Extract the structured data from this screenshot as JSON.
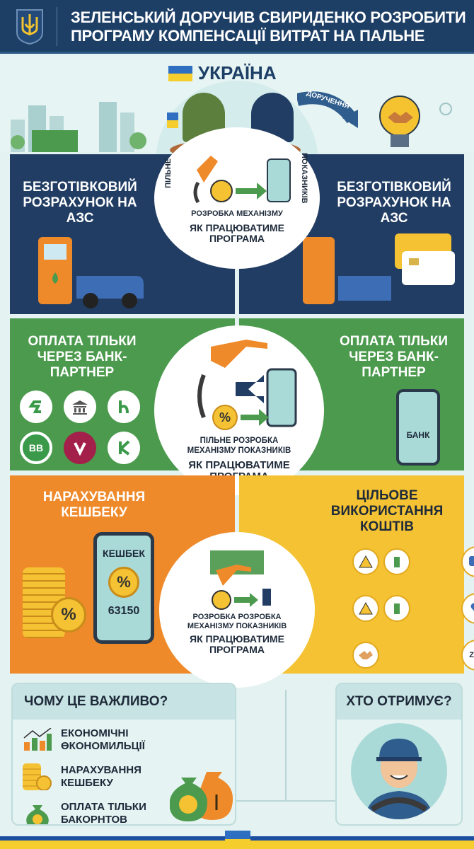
{
  "header": {
    "title": "ЗЕЛЕНСЬКИЙ ДОРУЧИВ СВИРИДЕНКО РОЗРОБИТИ ПРОГРАМУ КОМПЕНСАЦІЇ ВИТРАТ НА ПАЛЬНЕ",
    "logo": "trident-icon"
  },
  "scene": {
    "country": "УКРАЇНА",
    "arrow_label": "ДОРУЧЕННЯ"
  },
  "row1": {
    "left": "БЕЗГОТІВКОВИЙ РОЗРАХУНОК НА АЗС",
    "right": "БЕЗГОТІВКОВИЙ РОЗРАХУНОК НА АЗС",
    "circle": {
      "arc_left": "ПІЛЬНЕ",
      "arc_bottom": "РОЗРОБКА МЕХАНІЗМУ",
      "arc_right": "ПОКАЗНИКІВ",
      "caption": "ЯК ПРАЦЮВАТИМЕ ПРОГРАМА"
    }
  },
  "row2": {
    "left": "ОПЛАТА ТІЛЬКИ ЧЕРЕЗ БАНК-ПАРТНЕР",
    "right": "ОПЛАТА ТІЛЬКИ ЧЕРЕЗ БАНК-ПАРТНЕР",
    "bank_logo_text": "BB",
    "phone_label": "БАНК",
    "circle": {
      "arc": "ПІЛЬНЕ РОЗРОБКА МЕХАНІЗМУ ПОКАЗНИКІВ",
      "caption": "ЯК ПРАЦЮВАТИМЕ ПРОГРАМА"
    }
  },
  "row3": {
    "left": "НАРАХУВАННЯ КЕШБЕКУ",
    "right": "ЦІЛЬОВЕ ВИКОРИСТАННЯ КОШТІВ",
    "phone_label": "КЕШБЕК",
    "phone_value": "63150",
    "percent": "%",
    "badge": "ZSY",
    "circle": {
      "arc": "РОЗРОБКА РОЗРОБКА МЕХАНІЗМУ ПОКАЗНИКІВ",
      "caption": "ЯК ПРАЦЮВАТИМЕ ПРОГРАМА"
    }
  },
  "why": {
    "title": "ЧОМУ ЦЕ ВАЖЛИВО?",
    "items": [
      {
        "text": "ЕКОНОМІЧНІ ӨКОНОМИЛЬЦІЇ",
        "icon": "growth-chart-icon"
      },
      {
        "text": "НАРАХУВАННЯ КЕШБЕКУ",
        "icon": "coins-icon"
      },
      {
        "text": "ОПЛАТА ТІЛЬКИ БАКОРНТОВ",
        "icon": "money-bag-icon"
      }
    ]
  },
  "who": {
    "title": "ХТО ОТРИМУЄ?",
    "icon": "driver-icon"
  },
  "colors": {
    "navy": "#1d3f66",
    "green": "#4b9a4d",
    "orange": "#ef8a2b",
    "yellow": "#f4c232",
    "blue": "#2f6fc2"
  }
}
